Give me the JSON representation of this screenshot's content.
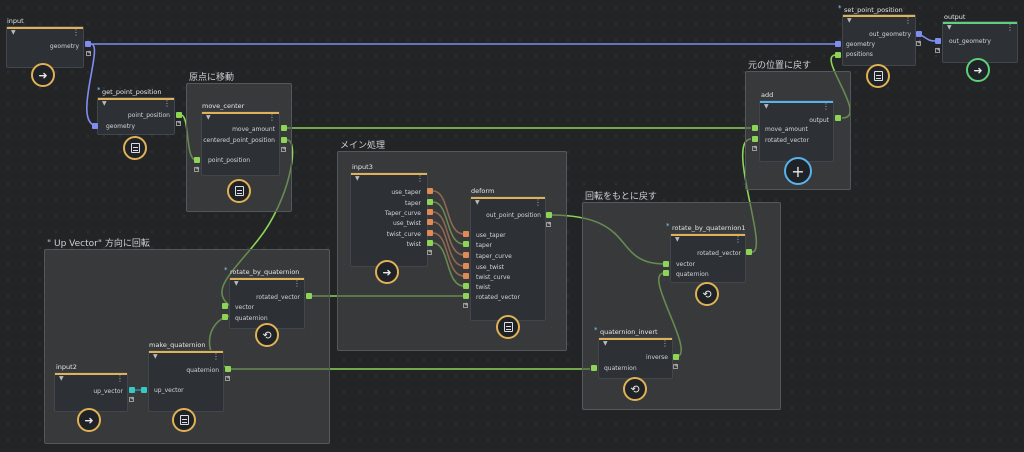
{
  "frames": {
    "move_to_origin": "原点に移動",
    "main_processing": "メイン処理",
    "rotate_up_vector": "\" Up Vector\" 方向に回転",
    "rotate_back": "回転をもとに戻す",
    "return_position": "元の位置に戻す"
  },
  "nodes": {
    "input": {
      "title": "input",
      "out_geometry": "geometry"
    },
    "get_point_position": {
      "title": "get_point_position",
      "out_point_position": "point_position",
      "in_geometry": "geometry"
    },
    "move_center": {
      "title": "move_center",
      "out_move_amount": "move_amount",
      "out_centered": "centered_point_position",
      "in_point_position": "point_position"
    },
    "input3": {
      "title": "input3",
      "outputs": [
        "use_taper",
        "taper",
        "Taper_curve",
        "use_twist",
        "twist_curve",
        "twist"
      ]
    },
    "deform": {
      "title": "deform",
      "out_point_position": "out_point_position",
      "inputs": [
        "use_taper",
        "taper",
        "taper_curve",
        "use_twist",
        "twist_curve",
        "twist",
        "rotated_vector"
      ]
    },
    "rotate_by_quaternion": {
      "title": "rotate_by_quaternion",
      "out_rotated_vector": "rotated_vector",
      "in_vector": "vector",
      "in_quaternion": "quaternion"
    },
    "input2": {
      "title": "input2",
      "out_up_vector": "up_vector"
    },
    "make_quaternion": {
      "title": "make_quaternion",
      "out_quaternion": "quaternion",
      "in_up_vector": "up_vector"
    },
    "rotate_by_quaternion1": {
      "title": "rotate_by_quaternion1",
      "out_rotated_vector": "rotated_vector",
      "in_vector": "vector",
      "in_quaternion": "quaternion"
    },
    "quaternion_invert": {
      "title": "quaternion_invert",
      "out_inverse": "inverse",
      "in_quaternion": "quaternion"
    },
    "add": {
      "title": "add",
      "out_output": "output",
      "in_move_amount": "move_amount",
      "in_rotated_vector": "rotated_vector"
    },
    "set_point_position": {
      "title": "set_point_position",
      "out_geometry": "out_geometry",
      "in_geometry": "geometry",
      "in_positions": "positions"
    },
    "output": {
      "title": "output",
      "in_geometry": "out_geometry"
    }
  },
  "colors": {
    "input_bar": "#e1b255",
    "output_bar": "#5fd07a",
    "add_bar": "#58b3ec",
    "geometry_wire": "#7f8cf0",
    "vector_wire": "#8ed457"
  },
  "icons": {
    "input": "arrow-right-icon",
    "function": "document-icon",
    "rotate": "rotate-icon",
    "add": "plus-icon",
    "output": "arrow-right-icon"
  }
}
